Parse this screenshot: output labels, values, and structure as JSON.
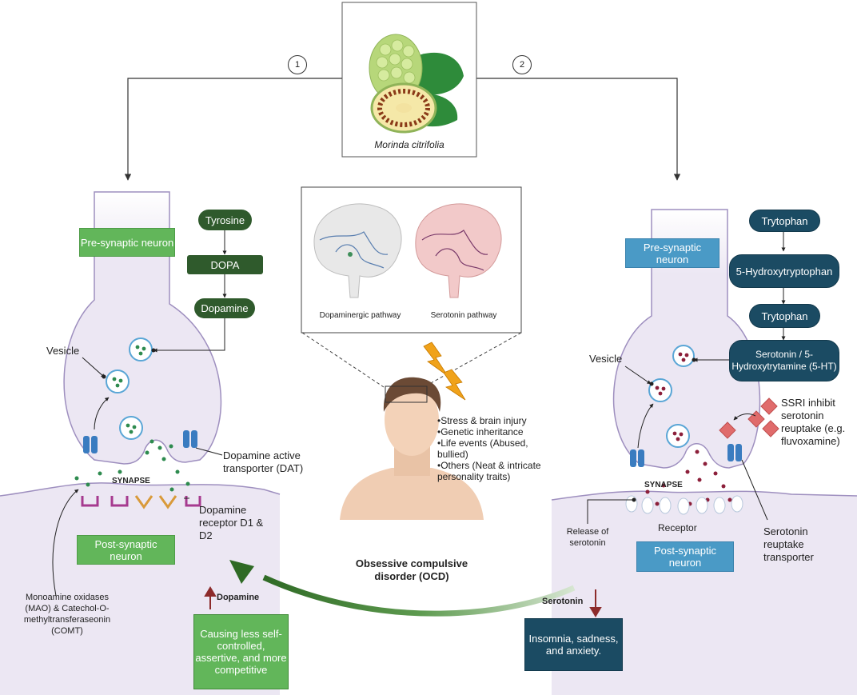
{
  "top": {
    "plant_caption": "Morinda citrifolia",
    "step1": "1",
    "step2": "2"
  },
  "inset": {
    "dopaminergic_label": "Dopaminergic pathway",
    "serotonin_label": "Serotonin pathway"
  },
  "left": {
    "pre_synaptic": "Pre-synaptic neuron",
    "post_synaptic": "Post-synaptic neuron",
    "synapse": "SYNAPSE",
    "vesicle": "Vesicle",
    "tyrosine": "Tyrosine",
    "dopa": "DOPA",
    "dopamine": "Dopamine",
    "dat": "Dopamine active transporter (DAT)",
    "receptor": "Dopamine receptor D1 & D2",
    "mao": "Monoamine oxidases (MAO) & Catechol-O-methyltransferaseonin (COMT)",
    "effect_label": "Dopamine",
    "effect_text": "Causing less self-controlled, assertive, and more competitive"
  },
  "center": {
    "causes": [
      "•Stress & brain injury",
      "•Genetic inheritance",
      "•Life events (Abused, bullied)",
      "•Others (Neat & intricate personality traits)"
    ],
    "title": "Obsessive compulsive disorder (OCD)"
  },
  "right": {
    "pre_synaptic": "Pre-synaptic neuron",
    "post_synaptic": "Post-synaptic neuron",
    "synapse": "SYNAPSE",
    "vesicle": "Vesicle",
    "trytophan1": "Trytophan",
    "hydroxy": "5-Hydroxytryptophan",
    "trytophan2": "Trytophan",
    "serotonin": "Serotonin / 5-Hydroxytrytamine (5-HT)",
    "ssri": "SSRI inhibit serotonin reuptake (e.g. fluvoxamine)",
    "release": "Release of serotonin",
    "receptor": "Receptor",
    "reuptake": "Serotonin reuptake transporter",
    "effect_label": "Serotonin",
    "effect_text": "Insomnia, sadness, and anxiety."
  },
  "colors": {
    "neuron_fill": "#ece7f3",
    "neuron_stroke": "#9e8fbf",
    "green_box": "#62b65a",
    "blue_box": "#4a9ac6",
    "dark_green_pill": "#2f5a2c",
    "dark_blue_pill": "#1b4b63",
    "arrow_red": "#8c2b2b"
  }
}
